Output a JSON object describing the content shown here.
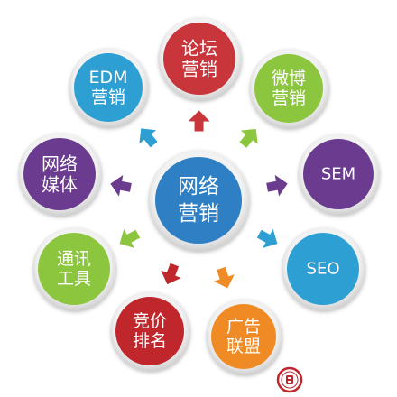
{
  "center": {
    "lines": [
      "网络",
      "营销"
    ],
    "color": "#2f7fc4",
    "ring": "#d9d9d9"
  },
  "nodes": [
    {
      "id": "forum",
      "lines": [
        "论坛",
        "营销"
      ],
      "color": "#c8363c"
    },
    {
      "id": "weibo",
      "lines": [
        "微博",
        "营销"
      ],
      "color": "#8cc63f"
    },
    {
      "id": "sem",
      "lines": [
        "SEM"
      ],
      "color": "#6a3b8f"
    },
    {
      "id": "seo",
      "lines": [
        "SEO"
      ],
      "color": "#2e9fd3"
    },
    {
      "id": "ad-union",
      "lines": [
        "广告",
        "联盟"
      ],
      "color": "#f08a24"
    },
    {
      "id": "bidding",
      "lines": [
        "竞价",
        "排名"
      ],
      "color": "#c0272d"
    },
    {
      "id": "im-tools",
      "lines": [
        "通讯",
        "工具"
      ],
      "color": "#8cc63f"
    },
    {
      "id": "net-media",
      "lines": [
        "网络",
        "媒体"
      ],
      "color": "#6a3b8f"
    },
    {
      "id": "edm",
      "lines": [
        "EDM",
        "营销"
      ],
      "color": "#2e9fd3"
    }
  ],
  "arrows": [
    {
      "to": "forum",
      "color": "#c8363c"
    },
    {
      "to": "weibo",
      "color": "#8cc63f"
    },
    {
      "to": "sem",
      "color": "#6a3b8f"
    },
    {
      "to": "seo",
      "color": "#2e9fd3"
    },
    {
      "to": "ad-union",
      "color": "#f08a24"
    },
    {
      "to": "bidding",
      "color": "#c0272d"
    },
    {
      "to": "im-tools",
      "color": "#8cc63f"
    },
    {
      "to": "net-media",
      "color": "#6a3b8f"
    },
    {
      "to": "edm",
      "color": "#2e9fd3"
    }
  ],
  "watermark": {
    "icon": "seal-icon",
    "color": "#c0272d"
  }
}
